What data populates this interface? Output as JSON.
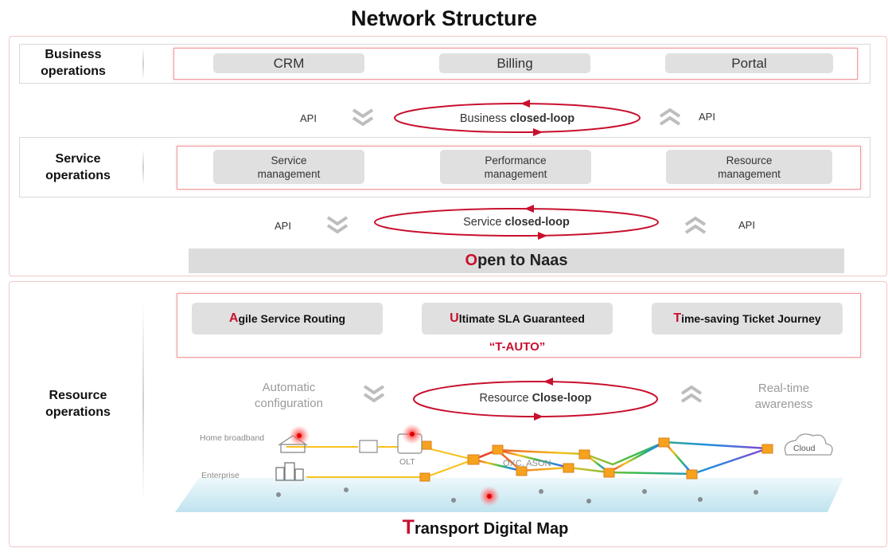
{
  "title": "Network Structure",
  "business": {
    "label": "Business\noperations",
    "items": [
      "CRM",
      "Billing",
      "Portal"
    ],
    "api_left": "API",
    "api_right": "API",
    "loop_prefix": "Business ",
    "loop_bold": "closed-loop"
  },
  "service": {
    "label": "Service\noperations",
    "items": [
      "Service\nmanagement",
      "Performance\nmanagement",
      "Resource\nmanagement"
    ],
    "api_left": "API",
    "api_right": "API",
    "loop_prefix": "Service ",
    "loop_bold": "closed-loop"
  },
  "naas": {
    "initial": "O",
    "rest": "pen to Naas"
  },
  "resource": {
    "label": "Resource\noperations",
    "features": [
      {
        "initial": "A",
        "rest": "gile Service Routing"
      },
      {
        "initial": "U",
        "rest": "ltimate SLA Guaranteed"
      },
      {
        "initial": "T",
        "rest": "ime-saving Ticket Journey"
      }
    ],
    "tauto": "“T-AUTO”",
    "left_text": "Automatic\nconfiguration",
    "right_text": "Real-time\nawareness",
    "loop_prefix": "Resource ",
    "loop_bold": "Close-loop"
  },
  "map": {
    "home_broadband": "Home broadband",
    "enterprise": "Enterprise",
    "olt": "OLT",
    "oxc": "OXC, ASON",
    "cloud": "Cloud",
    "title_initial": "T",
    "title_rest": "ransport Digital Map"
  },
  "colors": {
    "accent_red": "#c8102e",
    "pill_grey": "#e0e0e0",
    "node_orange": "#f6a21e"
  }
}
